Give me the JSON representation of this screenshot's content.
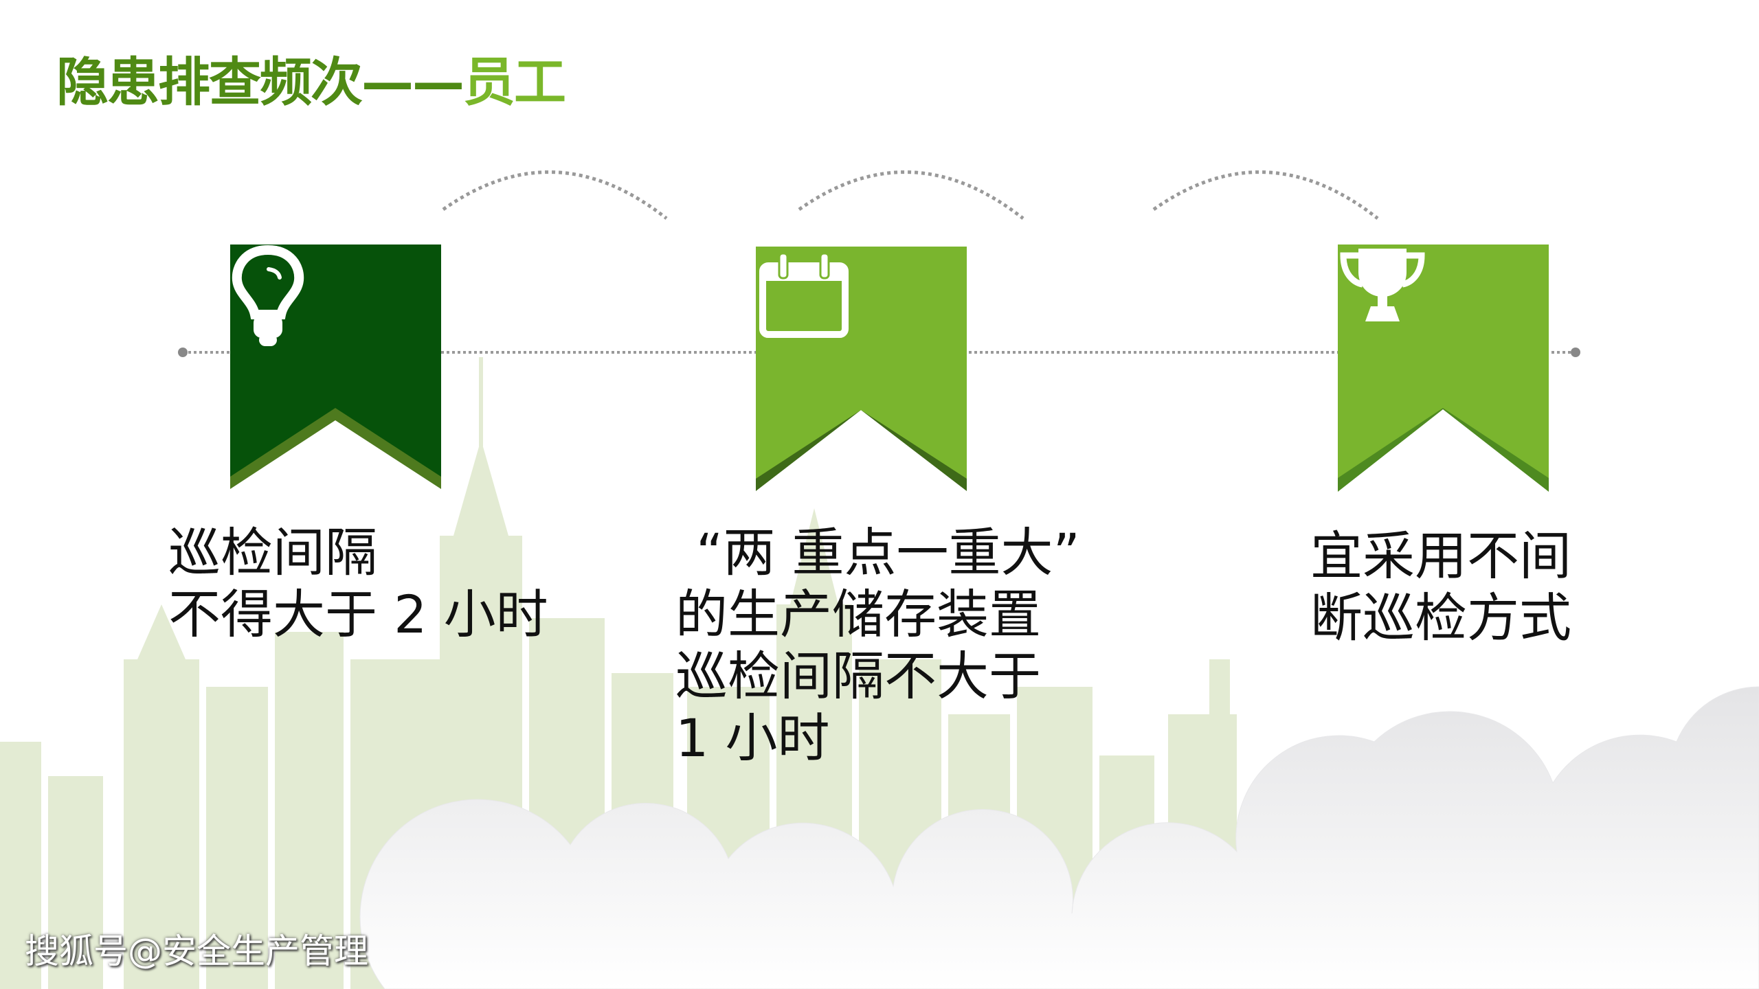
{
  "title": {
    "part1": "隐患排查频次——",
    "part2": "员工"
  },
  "steps": [
    {
      "icon": "lightbulb-icon",
      "color": "#06520a",
      "shadow": "#4e7a1e",
      "lines": [
        "巡检间隔",
        "不得大于 2 小时"
      ]
    },
    {
      "icon": "calendar-icon",
      "color": "#7ab52e",
      "shadow": "#3e6a18",
      "lines": [
        "“两 重点一重大”",
        "的生产储存装置",
        "巡检间隔不大于",
        "1 小时"
      ]
    },
    {
      "icon": "trophy-icon",
      "color": "#7ab52e",
      "shadow": "#4e8a20",
      "lines": [
        "宜采用不间",
        "断巡检方式"
      ]
    }
  ],
  "watermark": "搜狐号@安全生产管理"
}
